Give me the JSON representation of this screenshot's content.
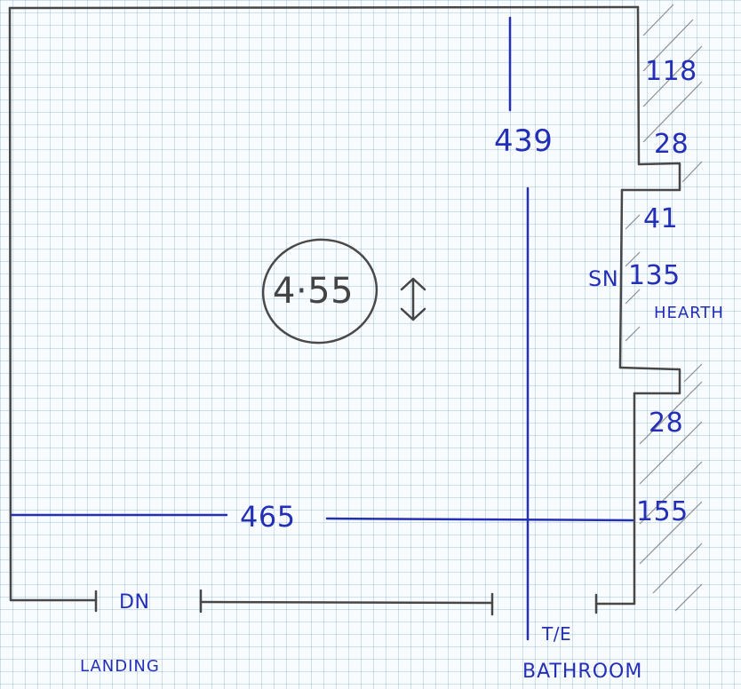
{
  "colors": {
    "ink_blue": "#2330b6",
    "pencil": "#4b4b4b",
    "grid": "#b9d4ea",
    "paper": "#f9fcff"
  },
  "labels": {
    "height_439": "439",
    "width_465": "465",
    "circled_455": "4·55",
    "wall_118": "118",
    "wall_28_top": "28",
    "wall_41": "41",
    "sn": "SN",
    "wall_135": "135",
    "hearth": "HEARTH",
    "wall_28_bottom": "28",
    "wall_155": "155",
    "door": "DN",
    "landing": "LANDING",
    "to": "T/E",
    "bathroom": "BATHROOM"
  },
  "icons": {
    "vertical_arrow": "double-arrow-vertical"
  }
}
